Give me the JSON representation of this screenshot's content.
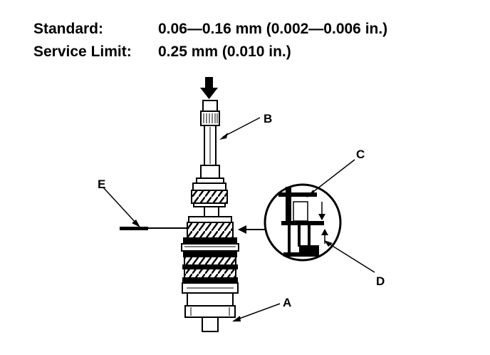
{
  "specs": {
    "standard_label": "Standard:",
    "standard_value": "0.06—0.16 mm (0.002—0.006 in.)",
    "limit_label": "Service Limit:",
    "limit_value": "0.25 mm (0.010 in.)"
  },
  "callouts": {
    "a": "A",
    "b": "B",
    "c": "C",
    "d": "D",
    "e": "E"
  },
  "colors": {
    "ink": "#000000",
    "paper": "#ffffff"
  }
}
